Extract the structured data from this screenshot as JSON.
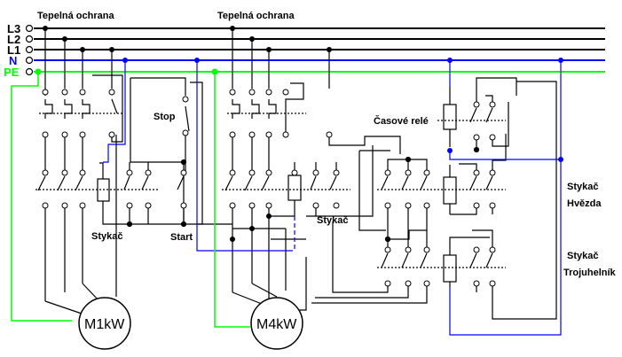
{
  "bus_labels": {
    "l3": "L3",
    "l2": "L2",
    "l1": "L1",
    "n": "N",
    "pe": "PE"
  },
  "labels": {
    "thermal_protection_1": "Tepelná ochrana",
    "thermal_protection_2": "Tepelná ochrana",
    "stop": "Stop",
    "start": "Start",
    "contactor_1": "Stykač",
    "contactor_2": "Stykač",
    "time_relay": "Časové relé",
    "star_contactor_line1": "Stykač",
    "star_contactor_line2": "Hvězda",
    "delta_contactor_line1": "Stykač",
    "delta_contactor_line2": "Trojuhelník"
  },
  "motors": {
    "m1": "M1kW",
    "m4": "M4kW"
  },
  "colors": {
    "line": "#000000",
    "neutral": "#0000ff",
    "protective_earth": "#00ff00",
    "neutral_label": "#0000ff",
    "pe_label": "#00ff00"
  }
}
